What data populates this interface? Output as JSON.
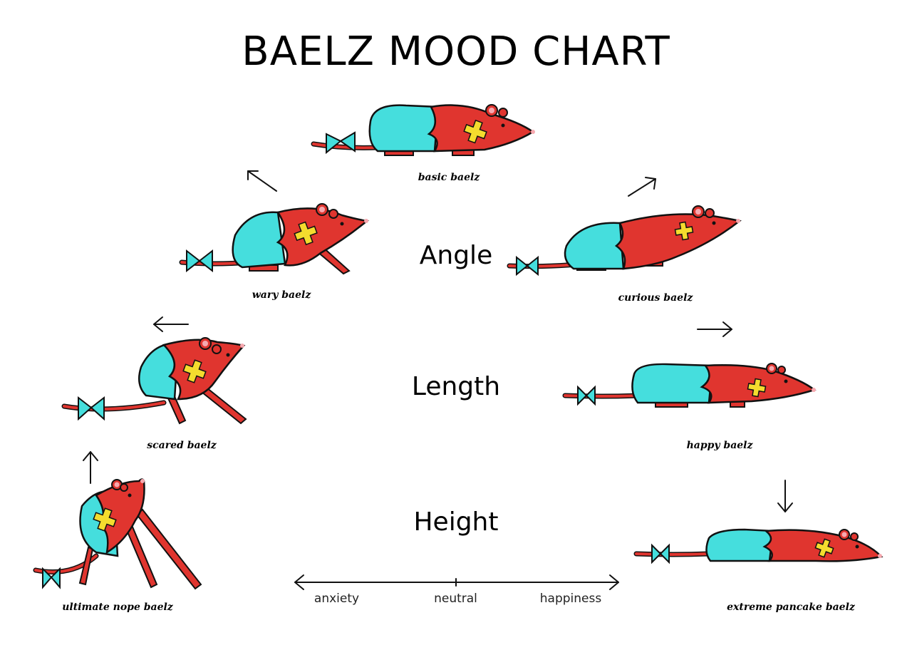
{
  "title": "BAELZ MOOD CHART",
  "colors": {
    "red": "#e0352f",
    "cyan": "#45dedd",
    "yellow": "#f4dc2e",
    "pink": "#f6a9b0"
  },
  "center_labels": {
    "angle": "Angle",
    "length": "Length",
    "height": "Height"
  },
  "moods": {
    "basic": "basic baelz",
    "wary": "wary baelz",
    "curious": "curious baelz",
    "scared": "scared baelz",
    "happy": "happy baelz",
    "ultimate_nope": "ultimate nope baelz",
    "extreme_pancake": "extreme pancake baelz"
  },
  "scale": {
    "left": "anxiety",
    "middle": "neutral",
    "right": "happiness"
  }
}
